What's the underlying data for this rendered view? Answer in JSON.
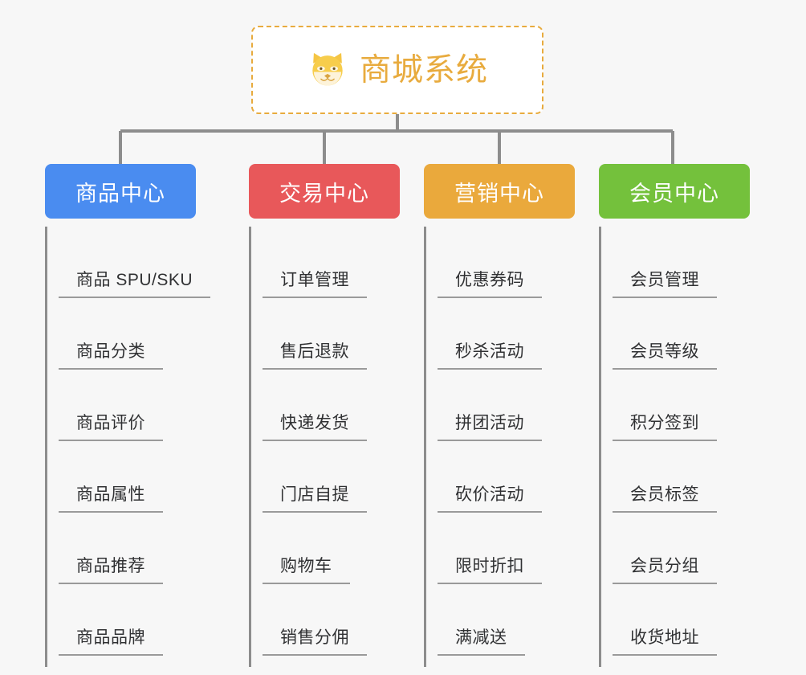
{
  "diagram": {
    "type": "mindmap-tree",
    "background_color": "#f7f7f7",
    "root": {
      "title": "商城系统",
      "icon": "shiba-dog-face-icon",
      "border_style": "dashed",
      "border_color": "#e8ab3e",
      "text_color": "#e8ab3e",
      "background_color": "#ffffff"
    },
    "connector_color": "#8d8d8d",
    "categories": [
      {
        "label": "商品中心",
        "color": "#4a8cf0",
        "text_color": "#ffffff",
        "items": [
          "商品 SPU/SKU",
          "商品分类",
          "商品评价",
          "商品属性",
          "商品推荐",
          "商品品牌"
        ]
      },
      {
        "label": "交易中心",
        "color": "#e8585a",
        "text_color": "#ffffff",
        "items": [
          "订单管理",
          "售后退款",
          "快递发货",
          "门店自提",
          "购物车",
          "销售分佣"
        ]
      },
      {
        "label": "营销中心",
        "color": "#eaa93c",
        "text_color": "#ffffff",
        "items": [
          "优惠券码",
          "秒杀活动",
          "拼团活动",
          "砍价活动",
          "限时折扣",
          "满减送"
        ]
      },
      {
        "label": "会员中心",
        "color": "#74c13c",
        "text_color": "#ffffff",
        "items": [
          "会员管理",
          "会员等级",
          "积分签到",
          "会员标签",
          "会员分组",
          "收货地址"
        ]
      }
    ]
  }
}
